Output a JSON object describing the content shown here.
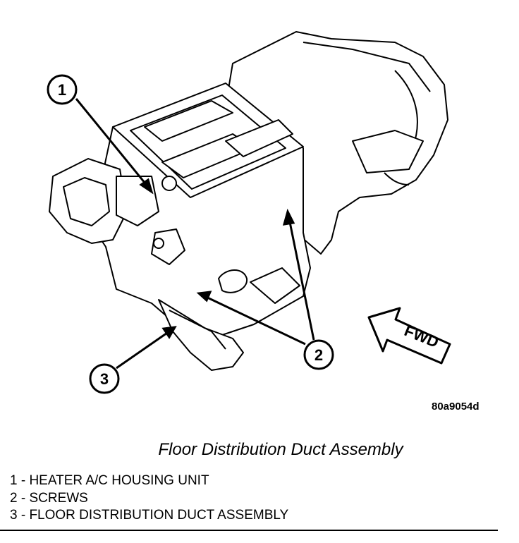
{
  "figure_id": "80a9054d",
  "caption": "Floor Distribution Duct Assembly",
  "direction_label": "FWD",
  "callouts": [
    {
      "number": "1",
      "label": "HEATER A/C HOUSING UNIT"
    },
    {
      "number": "2",
      "label": "SCREWS"
    },
    {
      "number": "3",
      "label": "FLOOR DISTRIBUTION DUCT ASSEMBLY"
    }
  ],
  "legend": [
    "1 - HEATER A/C HOUSING UNIT",
    "2 - SCREWS",
    "3 - FLOOR DISTRIBUTION DUCT ASSEMBLY"
  ]
}
